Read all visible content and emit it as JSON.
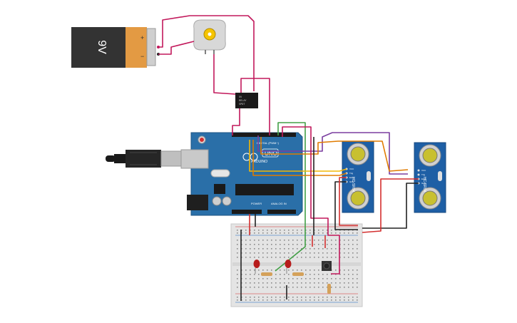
{
  "battery": {
    "label": "9V",
    "plus": "+",
    "minus": "−"
  },
  "relay": {
    "label_lines": [
      "5V",
      "RELAY",
      "SPDT"
    ]
  },
  "arduino": {
    "brand": "ARDUINO",
    "model": "UNO",
    "digital_label": "DIGITAL (PWM~)",
    "power_label": "POWER",
    "analog_label": "ANALOG IN"
  },
  "sensors": [
    {
      "model": "HC-SR04",
      "pins": [
        "VCC",
        "Trig",
        "Echo",
        "GND"
      ]
    },
    {
      "model": "HC-SR04",
      "pins": [
        "VCC",
        "Trig",
        "Echo",
        "GND"
      ]
    }
  ],
  "colors": {
    "wire_magenta": "#c2185b",
    "wire_red": "#d32f2f",
    "wire_black": "#222222",
    "wire_yellow": "#f2b705",
    "wire_orange": "#e07b00",
    "wire_purple": "#7b3fa0",
    "wire_green": "#43a047",
    "board_blue": "#2a6fa8",
    "sensor_blue": "#1e5fa5",
    "battery_orange": "#e39a43",
    "battery_black": "#333333"
  }
}
